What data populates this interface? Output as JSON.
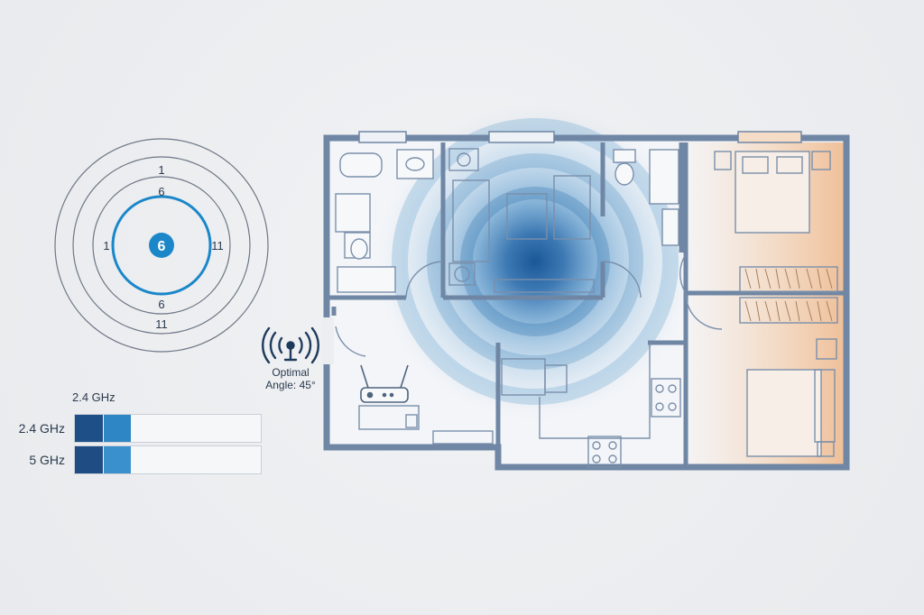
{
  "channel_diagram": {
    "outer_top": "1",
    "mid_top": "6",
    "left": "1",
    "right": "11",
    "center": "6",
    "mid_bottom": "6",
    "outer_bottom": "11",
    "accent_color": "#1b87c9"
  },
  "antenna": {
    "icon": "antenna-icon",
    "label_line1": "Optimal",
    "label_line2": "Angle: 45°"
  },
  "band_bars": {
    "title": "2.4 GHz",
    "rows": [
      {
        "label": "2.4 GHz",
        "level": 0.3
      },
      {
        "label": "5 GHz",
        "level": 0.3
      }
    ],
    "colors": [
      "#1e4f86",
      "#2f86c4"
    ]
  },
  "floorplan": {
    "wall_color": "#6f86a4",
    "coverage_color": "#1b6fb0",
    "warm_zone_color": "#f2b98a"
  }
}
